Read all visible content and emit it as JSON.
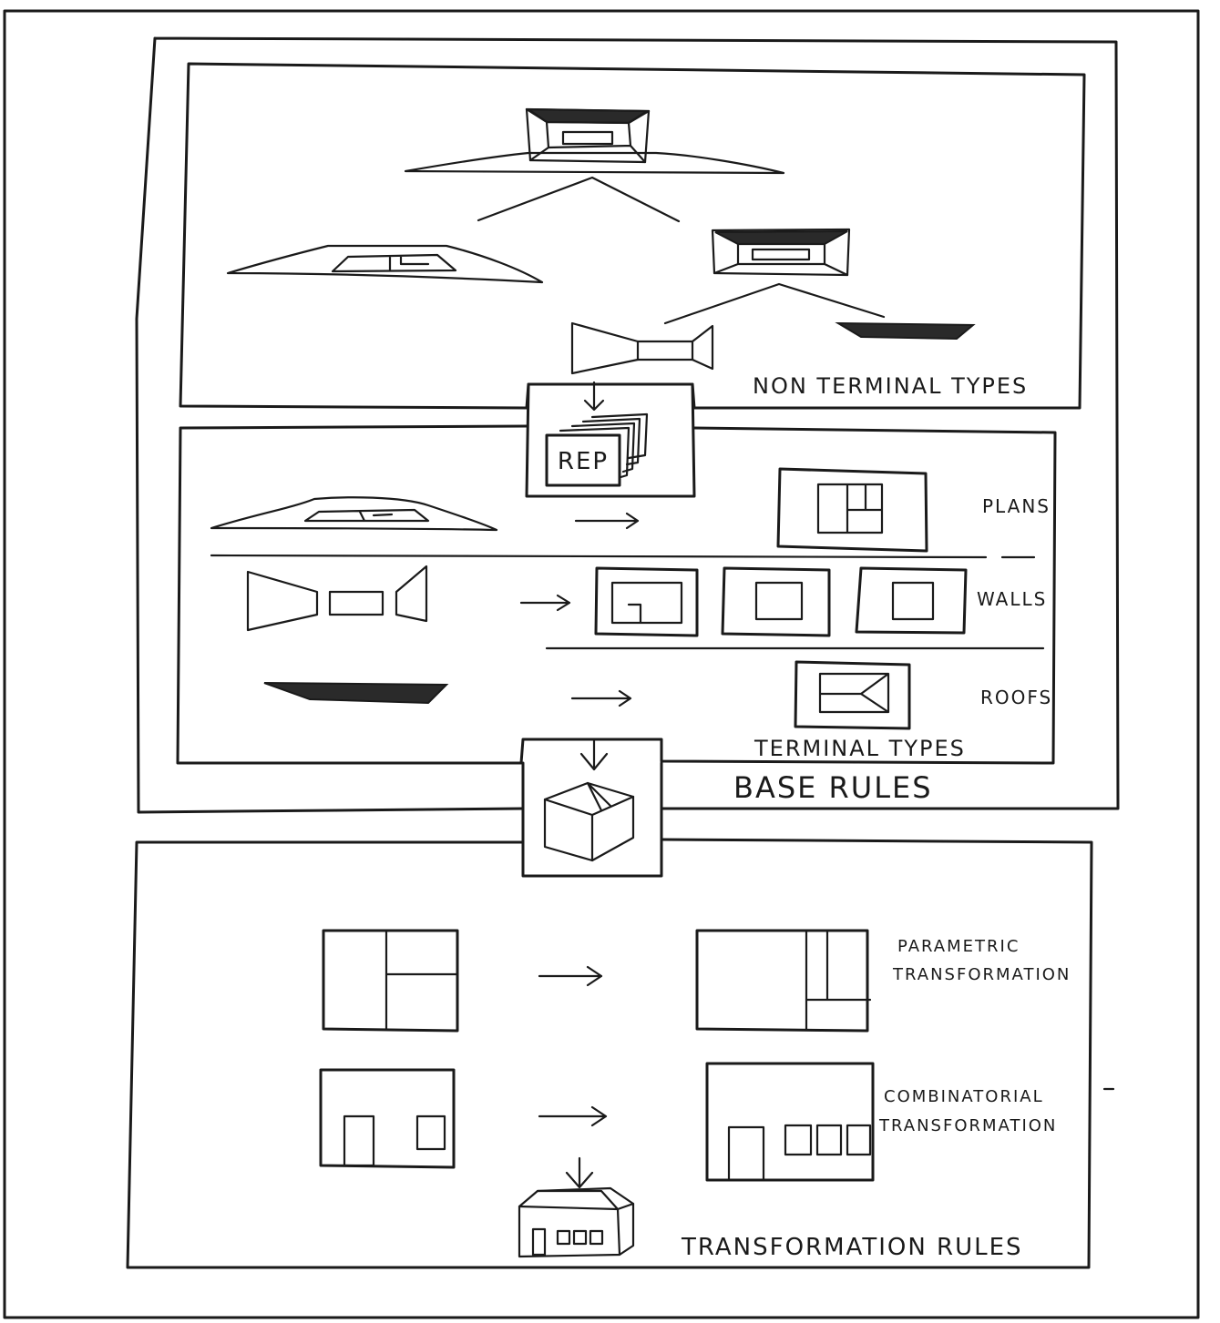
{
  "labels": {
    "non_terminal_types": "NON TERMINAL TYPES",
    "rep": "REP",
    "plans": "PLANS",
    "walls": "WALLS",
    "roofs": "ROOFS",
    "terminal_types": "TERMINAL TYPES",
    "base_rules": "BASE RULES",
    "parametric_1": "PARAMETRIC",
    "parametric_2": "TRANSFORMATION",
    "combinatorial_1": "COMBINATORIAL",
    "combinatorial_2": "TRANSFORMATION",
    "transformation_rules": "TRANSFORMATION RULES"
  }
}
